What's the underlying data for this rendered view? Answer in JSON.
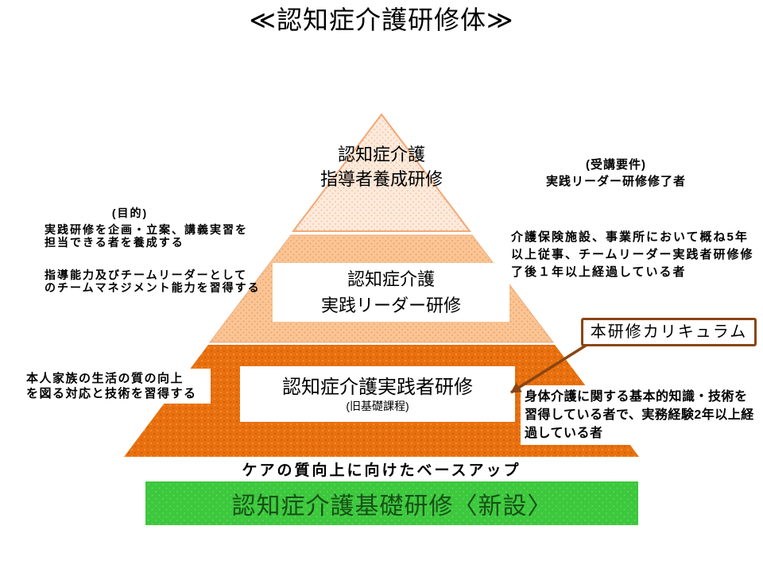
{
  "title": "≪認知症介護研修体≫",
  "colors": {
    "tier1_fill": "#FCEADC",
    "tier1_dot": "#F5BE93",
    "tier1_stroke": "#F2A876",
    "tier2_fill": "#FAC495",
    "tier2_dot": "#EE9C58",
    "tier3_fill": "#E8700E",
    "tier3_dot": "#C85C04",
    "tier3_dot2": "#F79440",
    "green_fill": "#3DC83D",
    "green_dot": "#6ADA6A",
    "green_text": "#175017",
    "brown": "#8B4513"
  },
  "pyramid": {
    "tier1": {
      "line1": "認知症介護",
      "line2": "指導者養成研修"
    },
    "tier2": {
      "line1": "認知症介護",
      "line2": "実践リーダー研修"
    },
    "tier3": {
      "title": "認知症介護実践者研修",
      "subtitle": "(旧基礎課程)"
    }
  },
  "annotations": {
    "requirements_top": {
      "heading": "(受講要件)",
      "line1": "実践リーダー研修修了者"
    },
    "purpose": {
      "heading": "(目的)",
      "para1": [
        "実践研修を企画・立案、講義実習を",
        "担当できる者を養成する"
      ],
      "para2": [
        "指導能力及びチームリーダーとして",
        "のチームマネジメント能力を習得する"
      ]
    },
    "requirements_mid": {
      "lines": [
        "介護保険施設、事業所において概ね5年",
        "以上従事、チームリーダー実践者研修修",
        "了後１年以上経過している者"
      ]
    },
    "outcome_left": {
      "lines": [
        "本人家族の生活の質の向上",
        "を図る対応と技術を習得する"
      ]
    },
    "requirements_bottom": {
      "lines": [
        "身体介護に関する基本的知識・技術を",
        "習得している者で、実務経験2年以上経",
        "過している者"
      ]
    },
    "curriculum_label": "本研修カリキュラム",
    "base_caption": "ケアの質向上に向けたベースアップ"
  },
  "base_bar": {
    "label": "認知症介護基礎研修〈新設〉"
  }
}
